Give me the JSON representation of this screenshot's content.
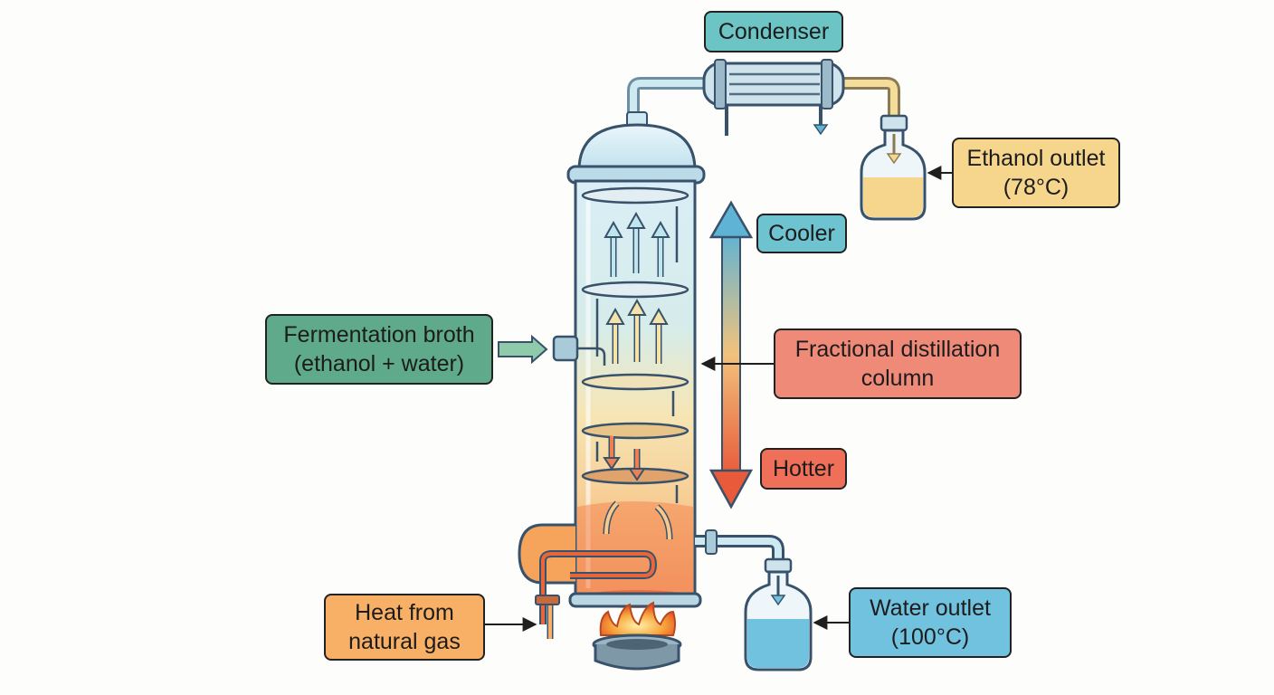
{
  "diagram": {
    "labels": {
      "condenser": "Condenser",
      "ethanol_outlet_line1": "Ethanol outlet",
      "ethanol_outlet_line2": "(78°C)",
      "cooler": "Cooler",
      "fermentation_line1": "Fermentation broth",
      "fermentation_line2": "(ethanol + water)",
      "column_line1": "Fractional distillation",
      "column_line2": "column",
      "hotter": "Hotter",
      "heat_line1": "Heat from",
      "heat_line2": "natural gas",
      "water_outlet_line1": "Water outlet",
      "water_outlet_line2": "(100°C)"
    },
    "colors": {
      "condenser_box": "#6cc4c4",
      "ethanol_box": "#f5d68c",
      "cooler_box": "#6ec3d0",
      "fermentation_box": "#5faa8a",
      "column_box": "#ef8a78",
      "hotter_box": "#ef6f58",
      "heat_box": "#f7b066",
      "water_box": "#71c2df",
      "cool_end": "#5fb3d4",
      "hot_end": "#e85a3a"
    },
    "icons": [
      "condenser-icon",
      "flask-icon",
      "burner-flame-icon",
      "distillation-column-icon",
      "temperature-gradient-arrow-icon"
    ]
  }
}
